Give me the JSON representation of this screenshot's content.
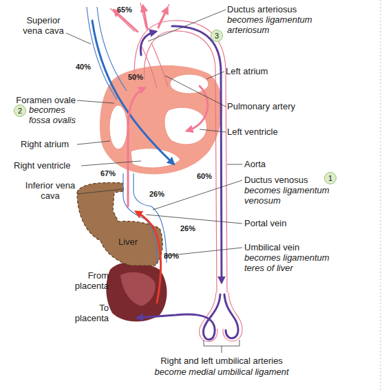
{
  "diagram": {
    "nodes": [
      {
        "text": [
          "3"
        ]
      },
      {
        "text": [
          "2"
        ]
      },
      {
        "text": [
          "1"
        ]
      },
      {
        "text": [
          "Liver"
        ]
      }
    ],
    "labels": [
      "65%",
      "Ductus arteriosus",
      "becomes ligamentum arteriosum",
      "Superior vena cava",
      "40%",
      "50%",
      "Left atrium",
      "Foramen ovale",
      "becomes fossa ovalis",
      "Pulmonary artery",
      "Left ventricle",
      "Right atrium",
      "Right ventricle",
      "Aorta",
      "67%",
      "Inferior vena cava",
      "60%",
      "Ductus venosus",
      "becomes ligamentum venosum",
      "26%",
      "Portal vein",
      "26%",
      "80%",
      "Umbilical vein",
      "becomes ligamentum teres of liver",
      "From placenta",
      "To placenta",
      "Right and left umbilical arteries",
      "become medial umbilical ligament"
    ]
  }
}
